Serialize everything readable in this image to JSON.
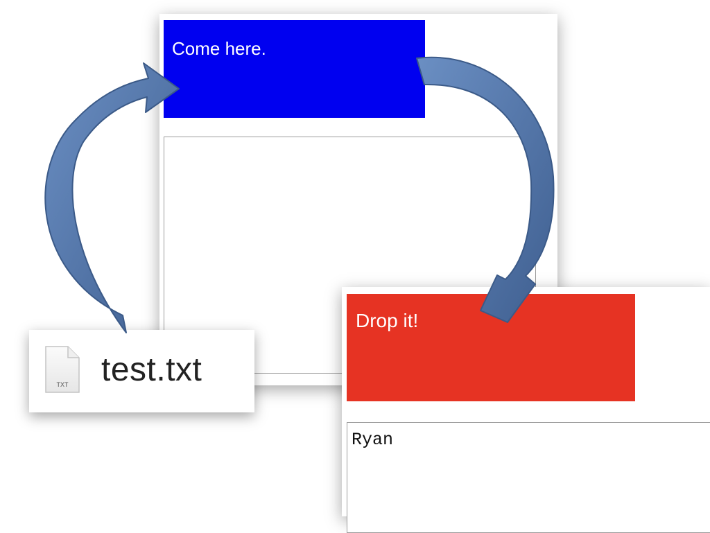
{
  "top_panel": {
    "drop_zone_label": "Come here.",
    "drop_zone_color": "#0000f0",
    "textarea_value": ""
  },
  "bottom_panel": {
    "drop_zone_label": "Drop it!",
    "drop_zone_color": "#e63323",
    "textarea_value": "Ryan"
  },
  "file": {
    "icon_label": "TXT",
    "name": "test.txt",
    "icon": "text-file-icon"
  },
  "arrows": {
    "color": "#5a7fb5",
    "items": [
      "file-to-top-arrow",
      "top-to-bottom-arrow"
    ]
  }
}
